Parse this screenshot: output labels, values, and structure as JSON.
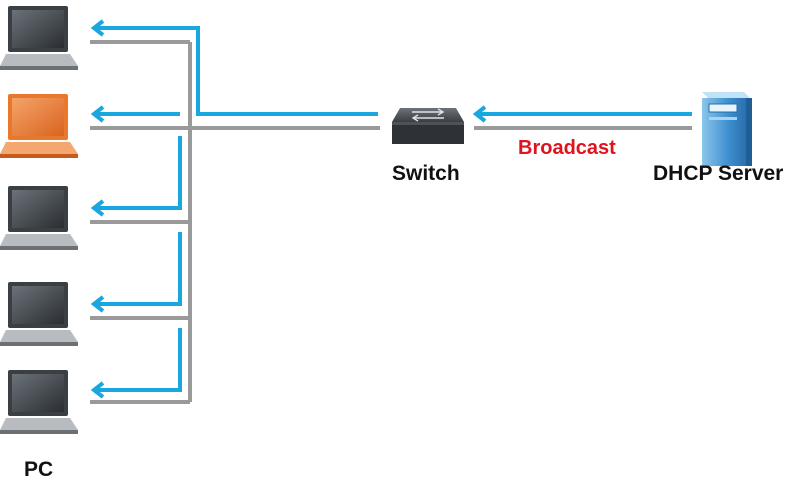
{
  "labels": {
    "switch": "Switch",
    "server": "DHCP Server",
    "pc": "PC",
    "broadcast": "Broadcast"
  },
  "colors": {
    "wire": "#9a9a9a",
    "arrow": "#1aa6de",
    "broadcast_text": "#e0141e",
    "laptop_dark": "#3a3f44",
    "laptop_highlight": "#e8782c"
  },
  "pcs": [
    {
      "name": "pc-1",
      "highlighted": false
    },
    {
      "name": "pc-2",
      "highlighted": true
    },
    {
      "name": "pc-3",
      "highlighted": false
    },
    {
      "name": "pc-4",
      "highlighted": false
    },
    {
      "name": "pc-5",
      "highlighted": false
    }
  ]
}
